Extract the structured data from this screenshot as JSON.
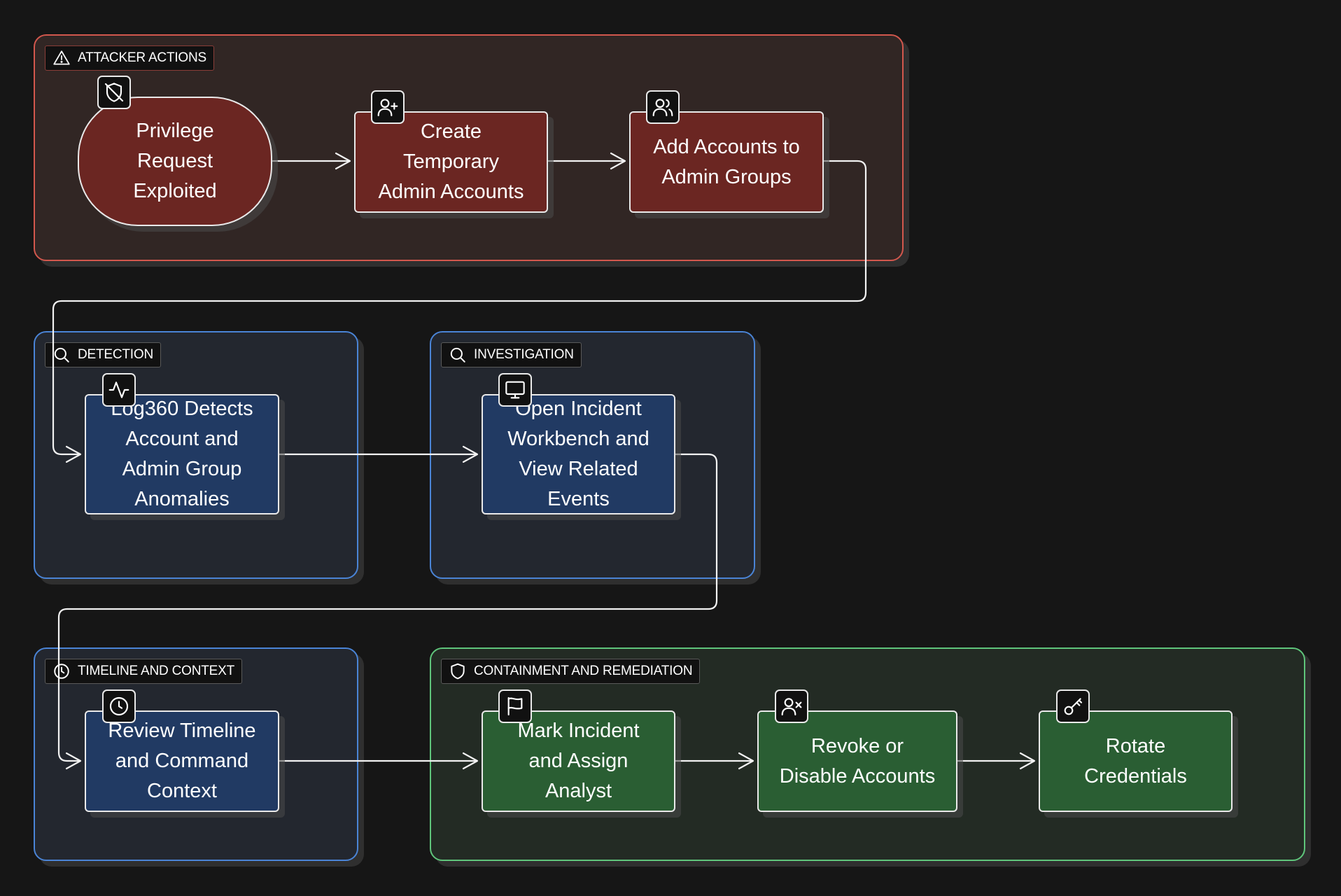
{
  "colors": {
    "background": "#161616",
    "attacker_fill": "#6b2622",
    "attacker_border": "#d2574d",
    "blue_fill": "#213a63",
    "blue_border": "#4a84d6",
    "green_fill": "#2a5e33",
    "green_border": "#5fc57b",
    "edge": "#f2f2f2"
  },
  "groups": {
    "attacker": {
      "label": "ATTACKER ACTIONS",
      "icon": "warning-triangle-icon"
    },
    "detection": {
      "label": "DETECTION",
      "icon": "search-icon"
    },
    "investigation": {
      "label": "INVESTIGATION",
      "icon": "search-icon"
    },
    "timeline": {
      "label": "TIMELINE AND CONTEXT",
      "icon": "clock-icon"
    },
    "containment": {
      "label": "CONTAINMENT AND REMEDIATION",
      "icon": "shield-icon"
    }
  },
  "nodes": {
    "privilege": {
      "label": "Privilege\nRequest\nExploited",
      "icon": "shield-off-icon"
    },
    "create_temp": {
      "label": "Create\nTemporary\nAdmin Accounts",
      "icon": "user-plus-icon"
    },
    "add_groups": {
      "label": "Add Accounts to\nAdmin Groups",
      "icon": "users-icon"
    },
    "log360": {
      "label": "Log360 Detects\nAccount and\nAdmin Group\nAnomalies",
      "icon": "activity-icon"
    },
    "workbench": {
      "label": "Open Incident\nWorkbench and\nView Related\nEvents",
      "icon": "monitor-icon"
    },
    "review": {
      "label": "Review Timeline\nand Command\nContext",
      "icon": "clock-icon"
    },
    "mark": {
      "label": "Mark Incident\nand Assign\nAnalyst",
      "icon": "flag-icon"
    },
    "revoke": {
      "label": "Revoke or\nDisable Accounts",
      "icon": "user-x-icon"
    },
    "rotate": {
      "label": "Rotate\nCredentials",
      "icon": "key-icon"
    }
  },
  "edges": [
    [
      "privilege",
      "create_temp"
    ],
    [
      "create_temp",
      "add_groups"
    ],
    [
      "add_groups",
      "log360"
    ],
    [
      "log360",
      "workbench"
    ],
    [
      "workbench",
      "review"
    ],
    [
      "review",
      "mark"
    ],
    [
      "mark",
      "revoke"
    ],
    [
      "revoke",
      "rotate"
    ]
  ]
}
